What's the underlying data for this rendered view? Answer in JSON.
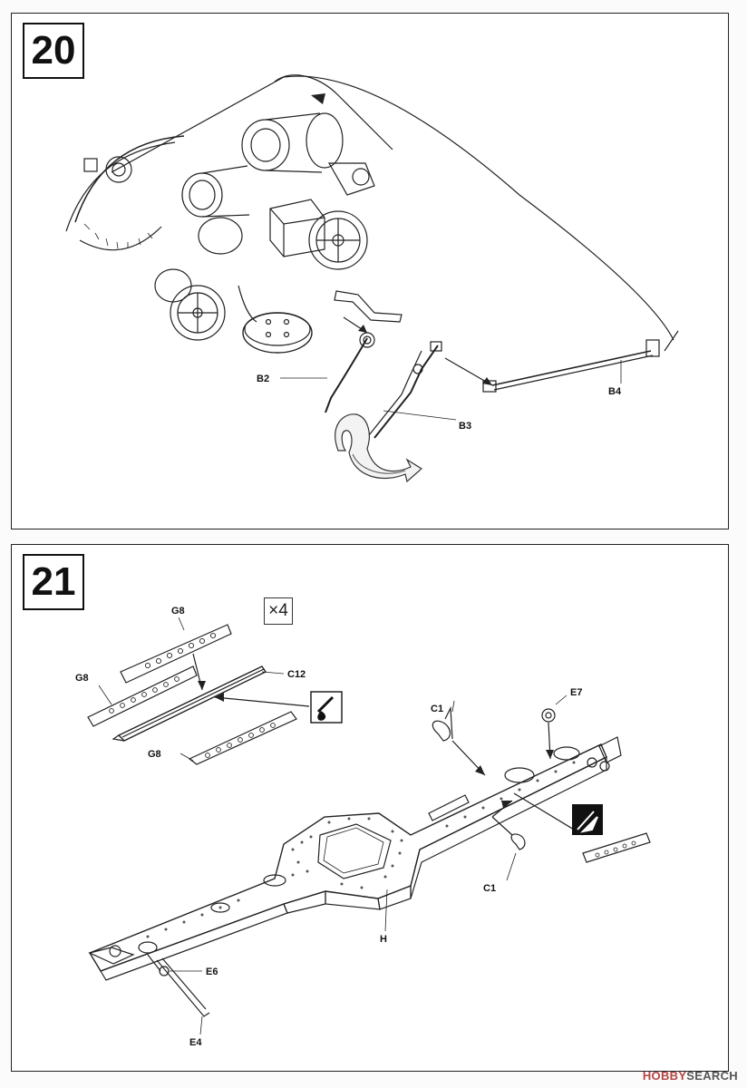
{
  "steps": [
    {
      "number": "20",
      "labels": {
        "b2": "B2",
        "b3": "B3",
        "b4": "B4"
      }
    },
    {
      "number": "21",
      "quantity": "×4",
      "labels": {
        "g8_top": "G8",
        "g8_left": "G8",
        "g8_bottom": "G8",
        "c12": "C12",
        "c1_top": "C1",
        "c1_bottom": "C1",
        "e7": "E7",
        "h": "H",
        "e6": "E6",
        "e4": "E4"
      },
      "icons": [
        "glue-icon",
        "remove-part-icon",
        "rotate-arrow-icon"
      ]
    }
  ],
  "watermark": {
    "brand": "HOBBY",
    "suffix": "SEARCH"
  },
  "colors": {
    "line": "#222222",
    "paper": "#ffffff",
    "watermark": "#b54545"
  }
}
